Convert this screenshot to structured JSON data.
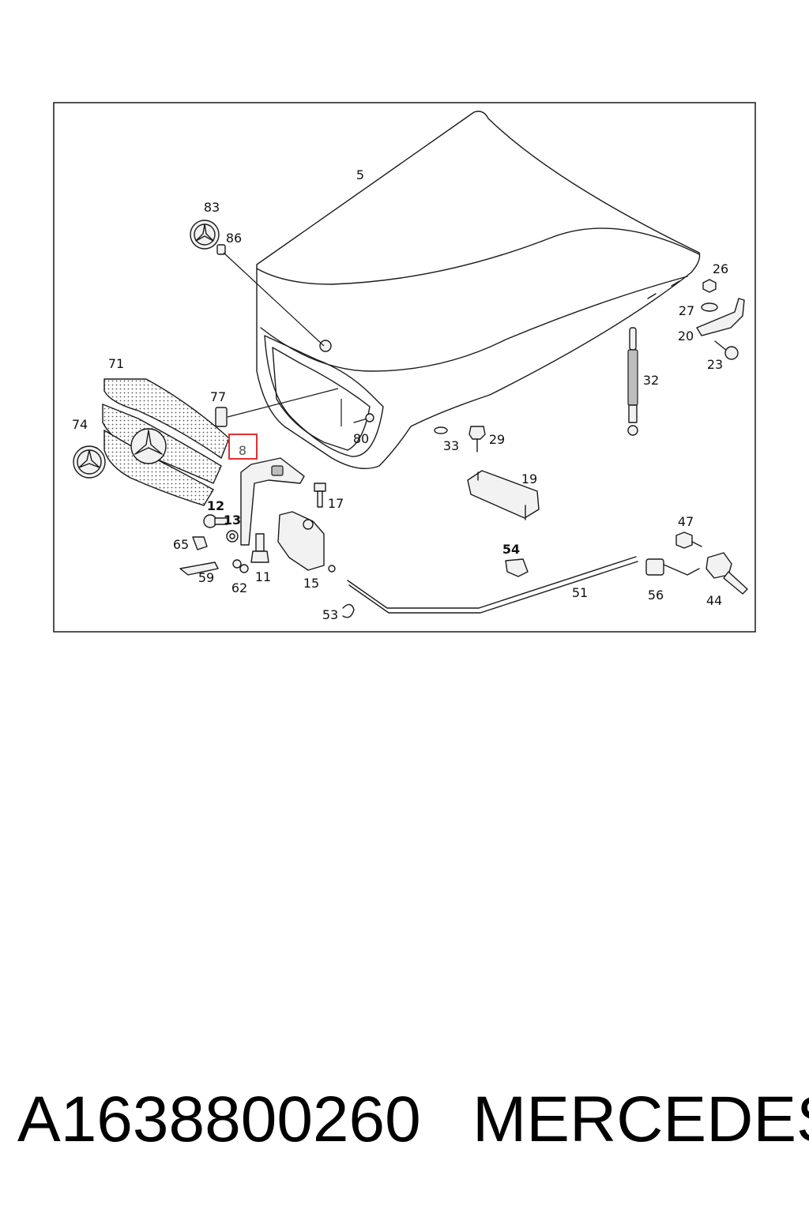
{
  "diagram": {
    "callouts": [
      {
        "id": "c5",
        "text": "5"
      },
      {
        "id": "c83",
        "text": "83"
      },
      {
        "id": "c86",
        "text": "86"
      },
      {
        "id": "c26",
        "text": "26"
      },
      {
        "id": "c27",
        "text": "27"
      },
      {
        "id": "c20",
        "text": "20"
      },
      {
        "id": "c23",
        "text": "23"
      },
      {
        "id": "c32",
        "text": "32"
      },
      {
        "id": "c71",
        "text": "71"
      },
      {
        "id": "c77",
        "text": "77"
      },
      {
        "id": "c74",
        "text": "74"
      },
      {
        "id": "c80",
        "text": "80"
      },
      {
        "id": "c33",
        "text": "33"
      },
      {
        "id": "c29",
        "text": "29"
      },
      {
        "id": "c19",
        "text": "19"
      },
      {
        "id": "c17",
        "text": "17"
      },
      {
        "id": "c12",
        "text": "12"
      },
      {
        "id": "c13",
        "text": "13"
      },
      {
        "id": "c65",
        "text": "65"
      },
      {
        "id": "c11",
        "text": "11"
      },
      {
        "id": "c15",
        "text": "15"
      },
      {
        "id": "c54",
        "text": "54"
      },
      {
        "id": "c47",
        "text": "47"
      },
      {
        "id": "c59",
        "text": "59"
      },
      {
        "id": "c62",
        "text": "62"
      },
      {
        "id": "c51",
        "text": "51"
      },
      {
        "id": "c56",
        "text": "56"
      },
      {
        "id": "c44",
        "text": "44"
      },
      {
        "id": "c53",
        "text": "53"
      }
    ],
    "highlighted_part": "8",
    "highlight_color": "#e03030"
  },
  "caption": {
    "part_number": "A1638800260",
    "brand": "MERCEDES"
  }
}
